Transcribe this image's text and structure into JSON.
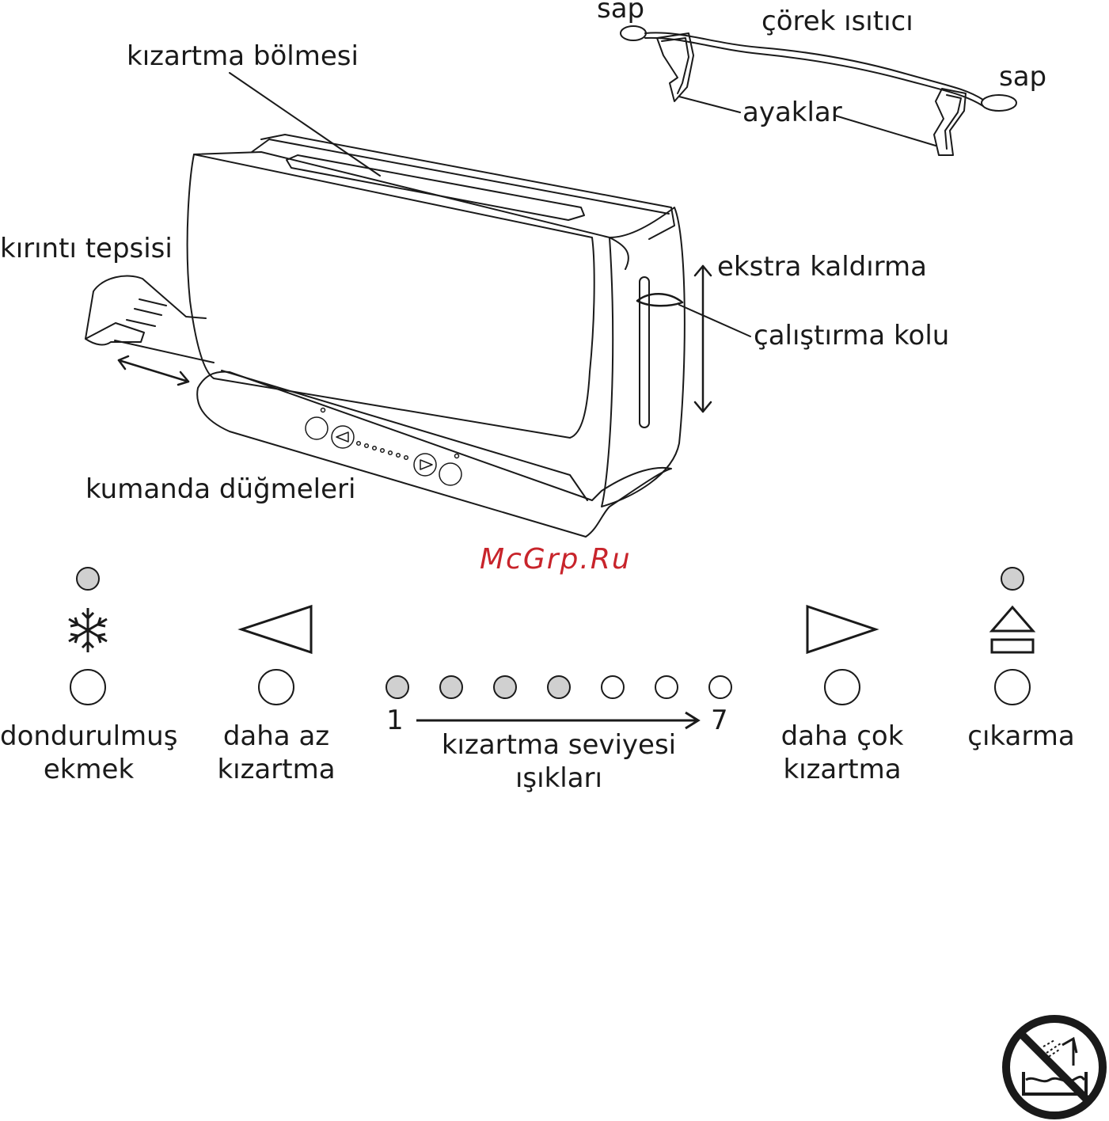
{
  "labels": {
    "toasting_slot": "kızartma bölmesi",
    "bun_warmer": "çörek ısıtıcı",
    "handle_left": "sap",
    "handle_right": "sap",
    "feet": "ayaklar",
    "crumb_tray": "kırıntı tepsisi",
    "extra_lift": "ekstra kaldırma",
    "operating_lever": "çalıştırma kolu",
    "control_buttons": "kumanda düğmeleri"
  },
  "watermark": "McGrp.Ru",
  "panel": {
    "frozen": [
      "dondurulmuş",
      "ekmek"
    ],
    "less": [
      "daha az",
      "kızartma"
    ],
    "level_start": "1",
    "level_end": "7",
    "levels_label": [
      "kızartma seviyesi",
      "ışıkları"
    ],
    "more": [
      "daha çok",
      "kızartma"
    ],
    "eject": "çıkarma",
    "level_lights_lit": 4,
    "level_lights_total": 7
  },
  "colors": {
    "line": "#1a1a1a",
    "indicator_fill": "#d0d0d0",
    "watermark": "#c8242b"
  },
  "icons": [
    "snowflake-icon",
    "left-triangle-icon",
    "right-triangle-icon",
    "eject-icon",
    "no-immersion-icon"
  ]
}
